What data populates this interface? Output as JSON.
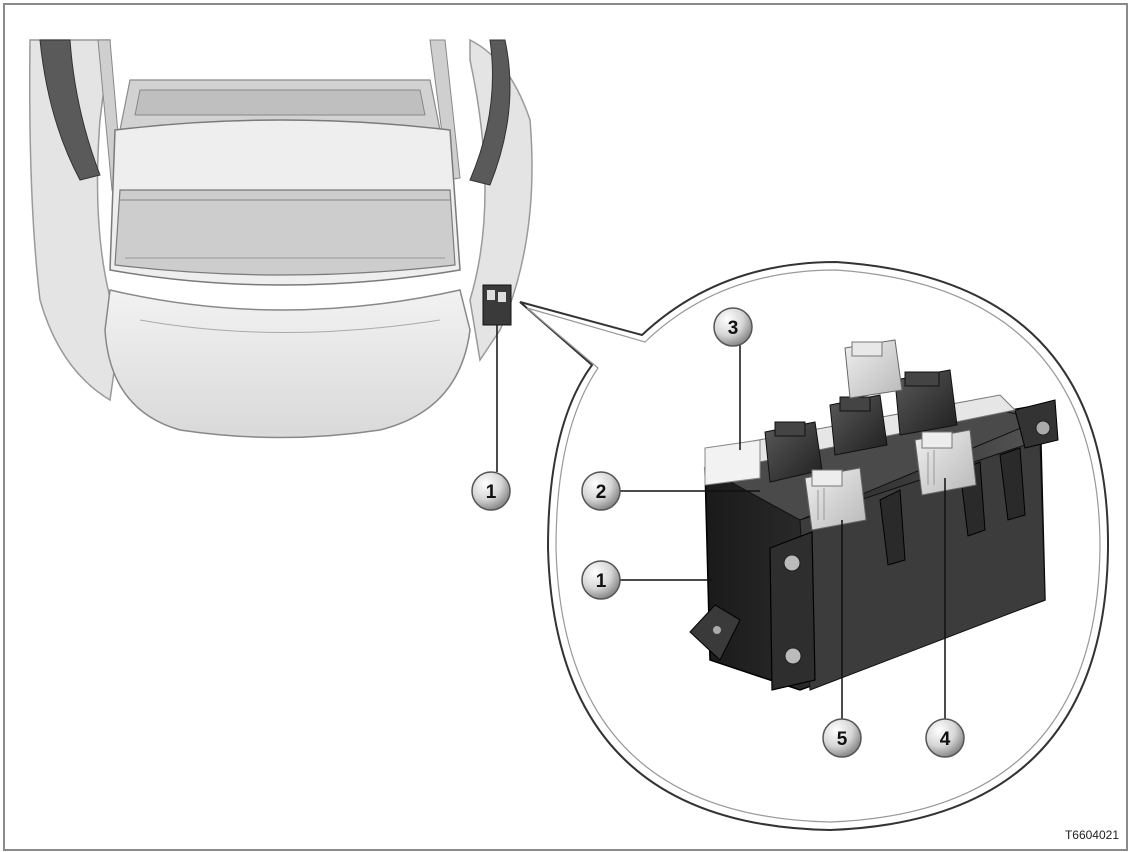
{
  "callouts": {
    "overview_1": "1",
    "detail_1": "1",
    "detail_2": "2",
    "detail_3": "3",
    "detail_4": "4",
    "detail_5": "5"
  },
  "figure_code": "T6604021",
  "colors": {
    "border": "#8a8a8a",
    "callout_fill_light": "#f4f4f4",
    "callout_fill_dark": "#9a9a9a",
    "housing_dark": "#2a2a2a",
    "connector_light": "#d8d8d8"
  }
}
